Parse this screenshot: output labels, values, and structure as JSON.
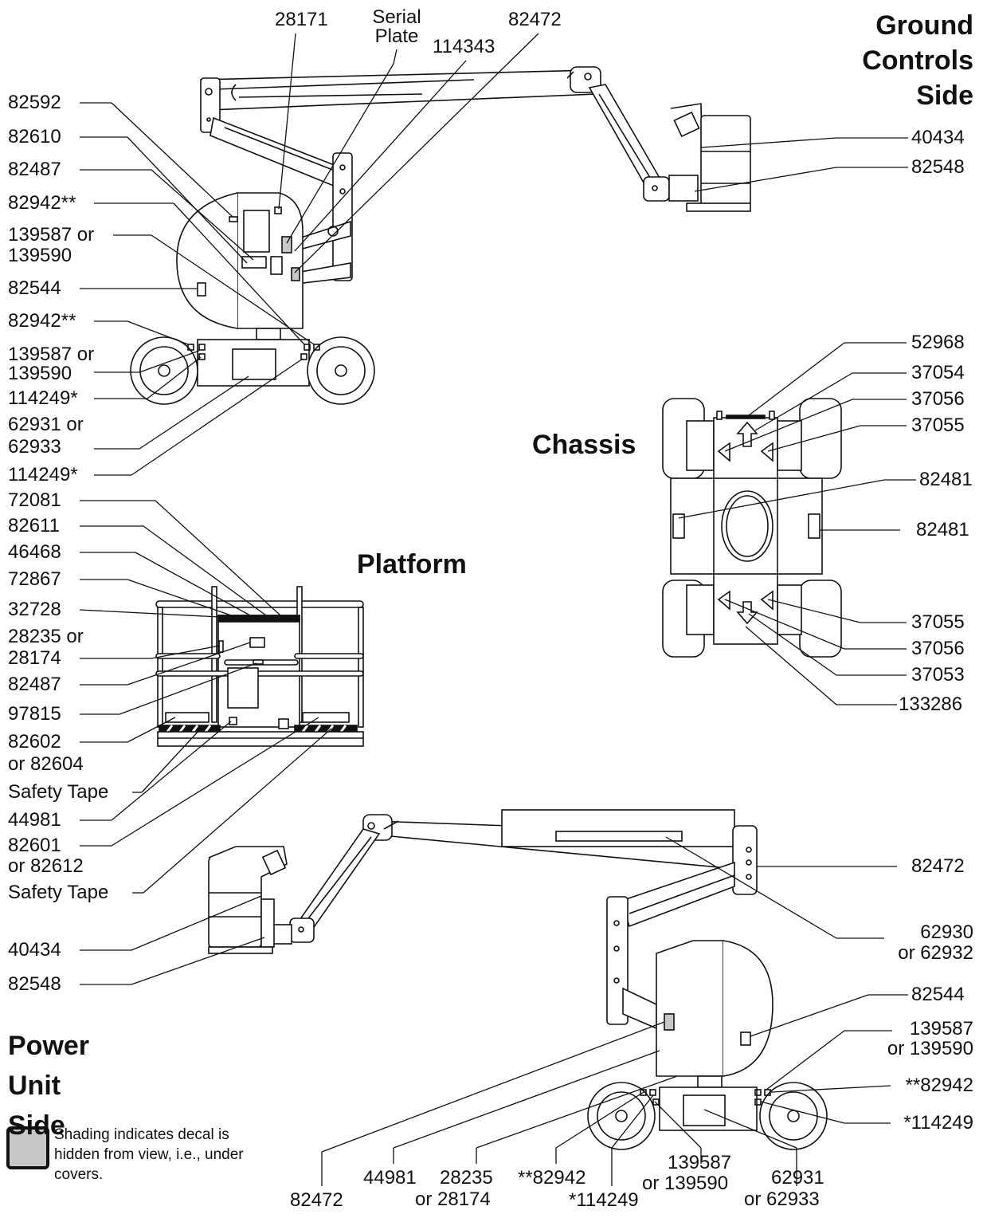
{
  "headings": {
    "ground_controls_side": [
      "Ground",
      "Controls",
      "Side"
    ],
    "chassis": "Chassis",
    "platform": "Platform",
    "power_unit_side": [
      "Power",
      "Unit",
      "Side"
    ]
  },
  "legend": {
    "text": "Shading indicates decal is hidden from view, i.e., under covers.",
    "swatch_color": "#c8c8c8"
  },
  "ground_side": {
    "top_labels": [
      "28171",
      "Serial Plate",
      "114343",
      "82472"
    ],
    "left_labels": [
      "82592",
      "82610",
      "82487",
      "82942**",
      "139587 or",
      "139590",
      "82544",
      "82942**",
      "139587 or",
      "139590",
      "114249*",
      "62931 or",
      "62933",
      "114249*"
    ],
    "right_labels": [
      "40434",
      "82548"
    ]
  },
  "chassis": {
    "right_labels": [
      "52968",
      "37054",
      "37056",
      "37055",
      "82481",
      "82481",
      "37055",
      "37056",
      "37053",
      "133286"
    ]
  },
  "platform": {
    "left_labels": [
      "72081",
      "82611",
      "46468",
      "72867",
      "32728",
      "28235 or",
      "28174",
      "82487",
      "97815",
      "82602",
      "or 82604",
      "Safety Tape",
      "44981",
      "82601",
      "or 82612",
      "Safety Tape"
    ]
  },
  "power_side": {
    "left_labels": [
      "40434",
      "82548"
    ],
    "right_labels": [
      "82472",
      "62930",
      "or 62932",
      "82544",
      "139587",
      "or 139590",
      "**82942",
      "*114249"
    ],
    "bottom_labels": [
      "82472",
      "44981",
      "28235",
      "or 28174",
      "**82942",
      "*114249",
      "139587",
      "or 139590",
      "62931",
      "or 62933"
    ]
  }
}
